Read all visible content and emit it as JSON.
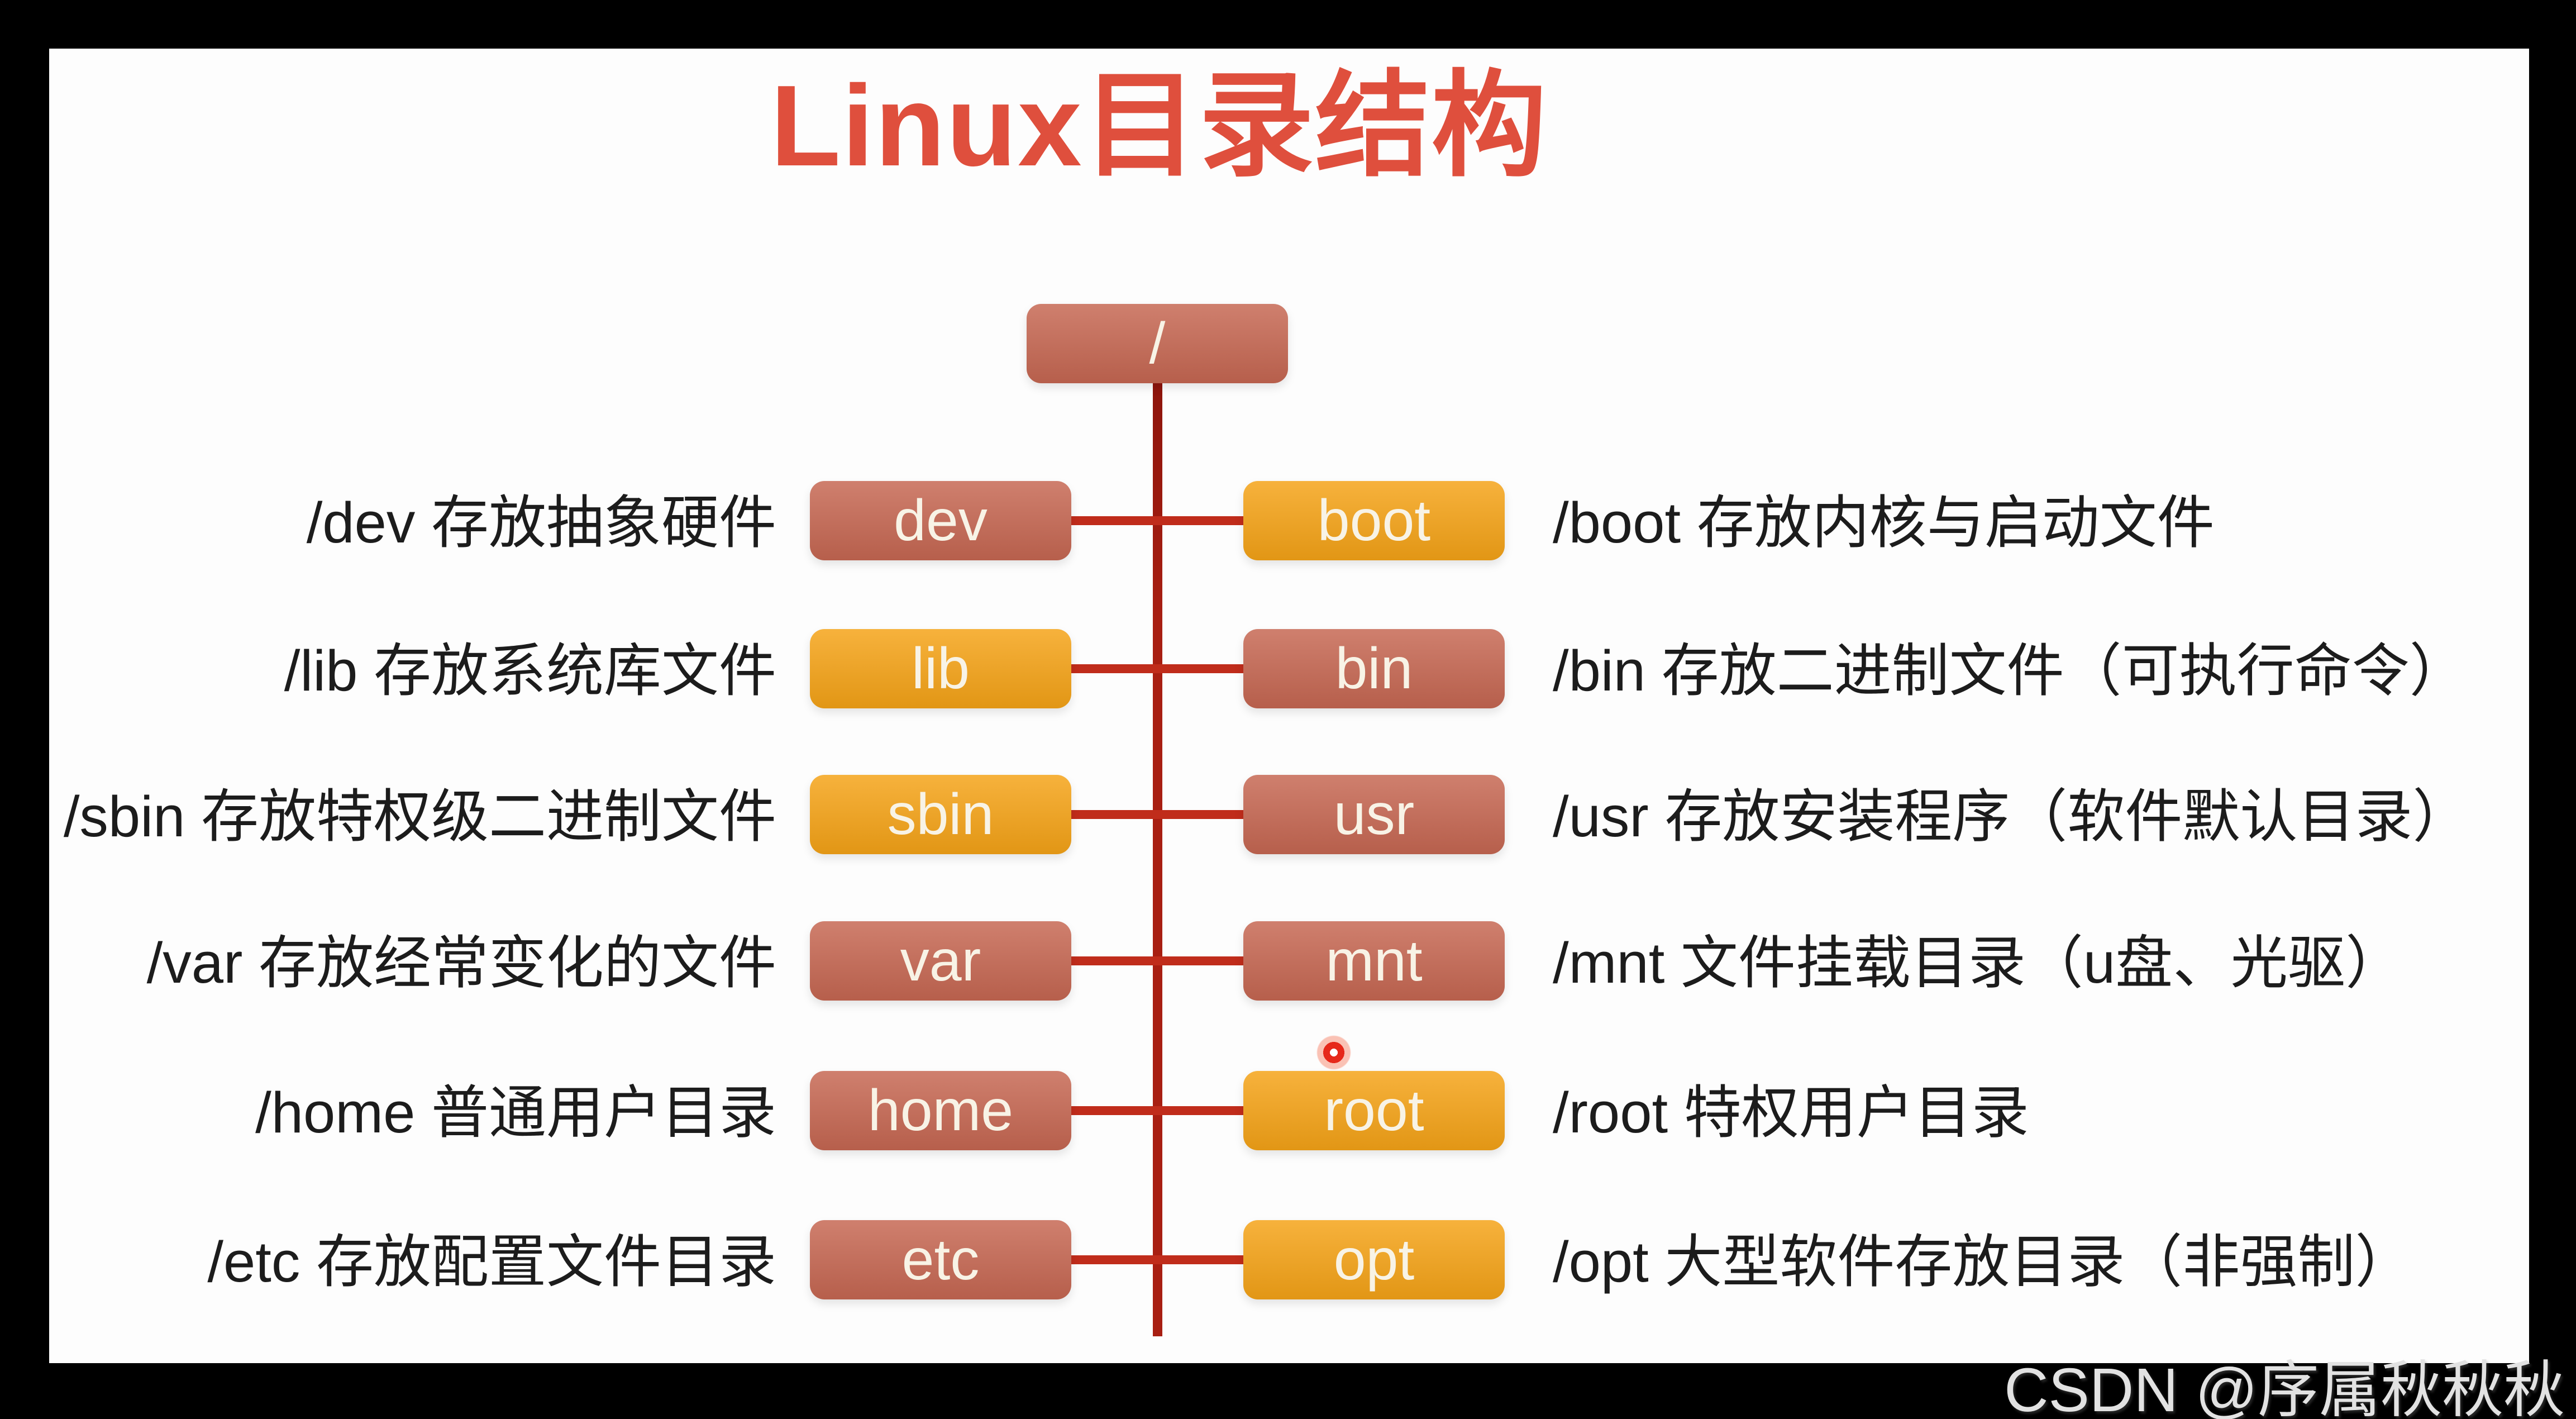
{
  "title": "Linux目录结构",
  "root_label": "/",
  "rows": [
    {
      "left_box": "dev",
      "left_color": "terracotta",
      "left_desc": "/dev 存放抽象硬件",
      "right_box": "boot",
      "right_color": "orange",
      "right_desc": "/boot 存放内核与启动文件"
    },
    {
      "left_box": "lib",
      "left_color": "orange",
      "left_desc": "/lib 存放系统库文件",
      "right_box": "bin",
      "right_color": "terracotta",
      "right_desc": "/bin 存放二进制文件（可执行命令）"
    },
    {
      "left_box": "sbin",
      "left_color": "orange",
      "left_desc": "/sbin 存放特权级二进制文件",
      "right_box": "usr",
      "right_color": "terracotta",
      "right_desc": "/usr 存放安装程序（软件默认目录）"
    },
    {
      "left_box": "var",
      "left_color": "terracotta",
      "left_desc": "/var 存放经常变化的文件",
      "right_box": "mnt",
      "right_color": "terracotta",
      "right_desc": "/mnt 文件挂载目录（u盘、光驱）"
    },
    {
      "left_box": "home",
      "left_color": "terracotta",
      "left_desc": "/home 普通用户目录",
      "right_box": "root",
      "right_color": "orange",
      "right_desc": "/root 特权用户目录"
    },
    {
      "left_box": "etc",
      "left_color": "terracotta",
      "left_desc": "/etc 存放配置文件目录",
      "right_box": "opt",
      "right_color": "orange",
      "right_desc": "/opt 大型软件存放目录（非强制）"
    }
  ],
  "watermark": "CSDN @序属秋秋秋",
  "colors": {
    "terracotta": "#c66752",
    "orange": "#f5a317",
    "line_vertical": "#a81f12",
    "line_horizontal": "#c02c1b",
    "title": "#df4f3d",
    "label_text": "#1c1c1c",
    "box_text": "#f8f3e6",
    "pointer_red": "#e6281a",
    "watermark_gray": "#e2e2e2"
  }
}
